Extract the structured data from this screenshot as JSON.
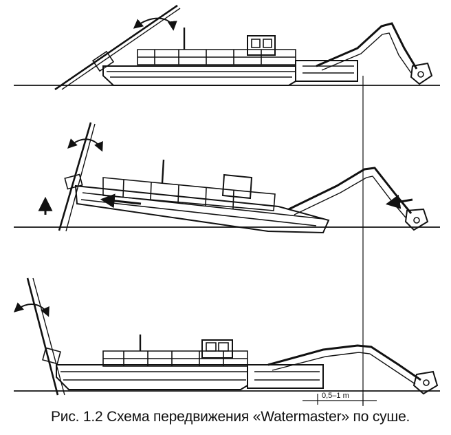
{
  "figure": {
    "caption": "Рис. 1.2 Схема передвижения «Watermaster» по суше.",
    "dimension_label": "0,5–1 m",
    "stages": 3
  },
  "colors": {
    "ink": "#111111",
    "background": "#ffffff"
  }
}
